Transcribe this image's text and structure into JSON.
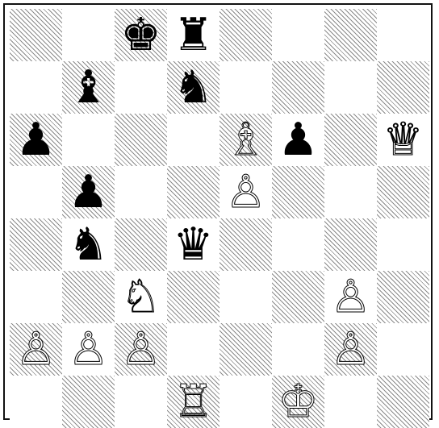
{
  "board": {
    "orientation": "white-bottom",
    "colors": {
      "light_square": "#ffffff",
      "dark_square_hatch": "#8a8a8a",
      "frame": "#111111"
    },
    "pieces": [
      {
        "square": "c8",
        "color": "black",
        "type": "king"
      },
      {
        "square": "d8",
        "color": "black",
        "type": "rook"
      },
      {
        "square": "b7",
        "color": "black",
        "type": "bishop"
      },
      {
        "square": "d7",
        "color": "black",
        "type": "knight"
      },
      {
        "square": "a6",
        "color": "black",
        "type": "pawn"
      },
      {
        "square": "e6",
        "color": "white",
        "type": "bishop"
      },
      {
        "square": "f6",
        "color": "black",
        "type": "pawn"
      },
      {
        "square": "h6",
        "color": "white",
        "type": "queen"
      },
      {
        "square": "b5",
        "color": "black",
        "type": "pawn"
      },
      {
        "square": "e5",
        "color": "white",
        "type": "pawn"
      },
      {
        "square": "b4",
        "color": "black",
        "type": "knight"
      },
      {
        "square": "d4",
        "color": "black",
        "type": "queen"
      },
      {
        "square": "c3",
        "color": "white",
        "type": "knight"
      },
      {
        "square": "g3",
        "color": "white",
        "type": "pawn"
      },
      {
        "square": "a2",
        "color": "white",
        "type": "pawn"
      },
      {
        "square": "b2",
        "color": "white",
        "type": "pawn"
      },
      {
        "square": "c2",
        "color": "white",
        "type": "pawn"
      },
      {
        "square": "g2",
        "color": "white",
        "type": "pawn"
      },
      {
        "square": "d1",
        "color": "white",
        "type": "rook"
      },
      {
        "square": "f1",
        "color": "white",
        "type": "king"
      }
    ]
  }
}
